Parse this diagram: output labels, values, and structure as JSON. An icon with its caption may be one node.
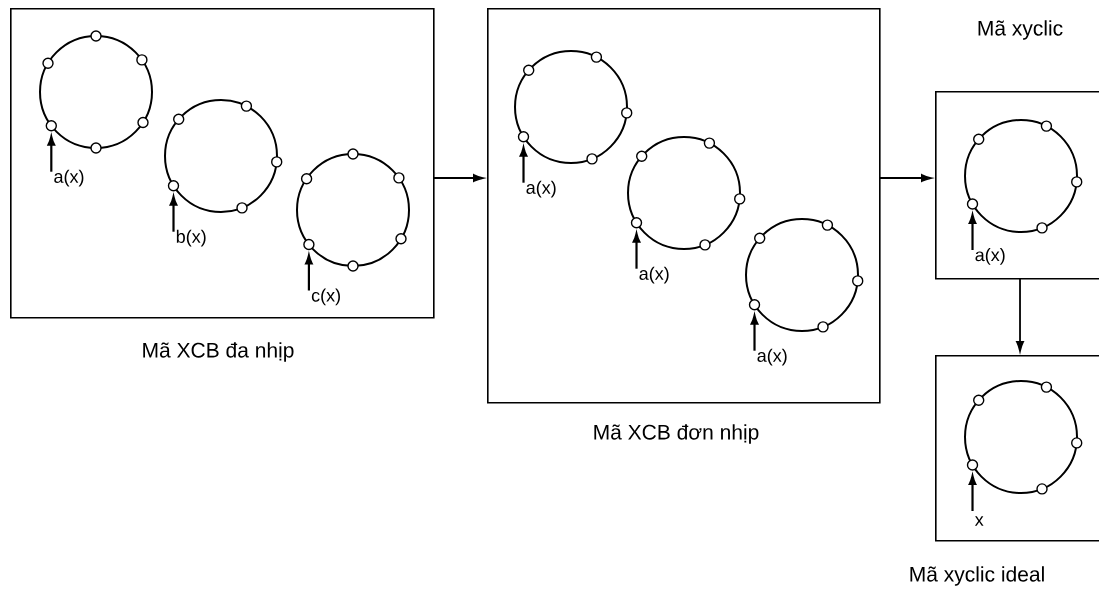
{
  "diagram": {
    "nodes": [
      {
        "text": [
          "Mã XCB đa nhịp"
        ]
      },
      {
        "text": [],
        "shape": "circle",
        "in": 0
      },
      {
        "text": [
          "a(x)"
        ],
        "in": 0
      },
      {
        "text": [],
        "shape": "circle",
        "in": 0
      },
      {
        "text": [
          "b(x)"
        ],
        "in": 0
      },
      {
        "text": [],
        "shape": "circle",
        "in": 0
      },
      {
        "text": [
          "c(x)"
        ],
        "in": 0
      },
      {
        "text": [
          "Mã XCB đơn nhịp"
        ]
      },
      {
        "text": [],
        "shape": "circle",
        "in": 7
      },
      {
        "text": [
          "a(x)"
        ],
        "in": 7
      },
      {
        "text": [],
        "shape": "circle",
        "in": 7
      },
      {
        "text": [
          "a(x)"
        ],
        "in": 7
      },
      {
        "text": [],
        "shape": "circle",
        "in": 7
      },
      {
        "text": [
          "a(x)"
        ],
        "in": 7
      },
      {
        "text": [
          "Mã xyclic"
        ]
      },
      {
        "text": [],
        "shape": "circle",
        "in": 14
      },
      {
        "text": [
          "a(x)"
        ],
        "in": 14
      },
      {
        "text": [
          "Mã xyclic ideal"
        ]
      },
      {
        "text": [],
        "shape": "circle",
        "in": 17
      },
      {
        "text": [
          "x"
        ],
        "in": 17
      }
    ],
    "edges": [
      {
        "from": 2,
        "to": 1,
        "arrow": "to"
      },
      {
        "from": 4,
        "to": 3,
        "arrow": "to"
      },
      {
        "from": 6,
        "to": 5,
        "arrow": "to"
      },
      {
        "from": 9,
        "to": 8,
        "arrow": "to"
      },
      {
        "from": 11,
        "to": 10,
        "arrow": "to"
      },
      {
        "from": 13,
        "to": 12,
        "arrow": "to"
      },
      {
        "from": 16,
        "to": 15,
        "arrow": "to"
      },
      {
        "from": 19,
        "to": 18,
        "arrow": "to"
      },
      {
        "from": 0,
        "to": 7,
        "arrow": "to"
      },
      {
        "from": 7,
        "to": 14,
        "arrow": "to"
      },
      {
        "from": 14,
        "to": 17,
        "arrow": "to"
      }
    ]
  }
}
